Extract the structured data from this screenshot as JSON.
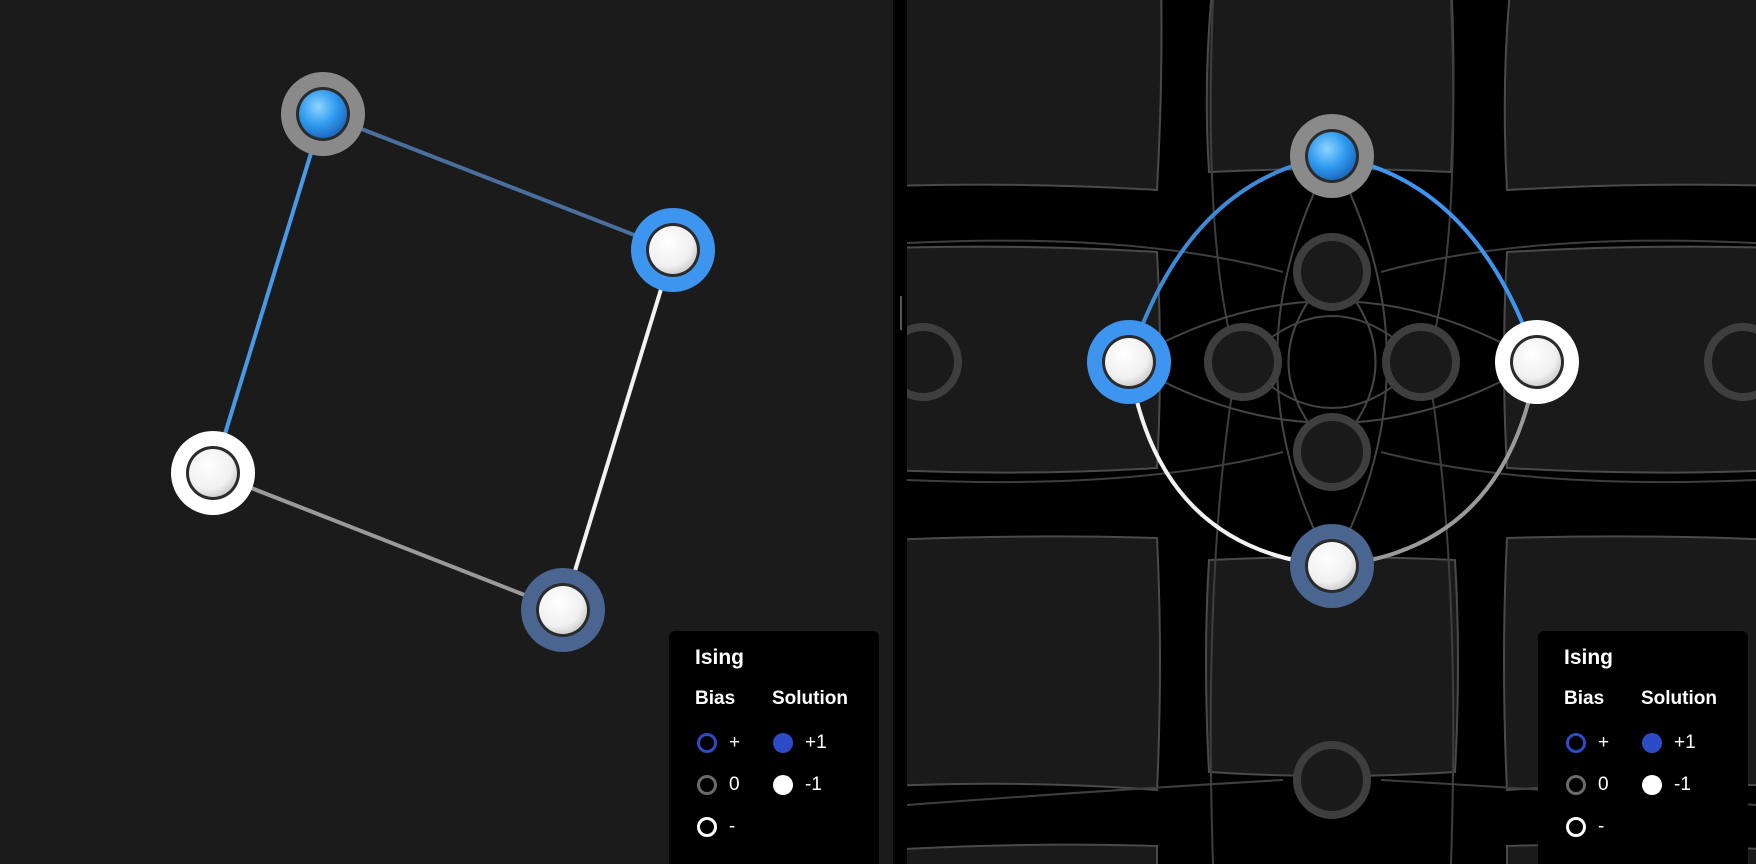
{
  "colors": {
    "bias_positive": "#2e4bc7",
    "bias_zero": "#6a6a6a",
    "bias_negative": "#ffffff",
    "solution_plus1": "#2e4bc7",
    "solution_minus1": "#ffffff"
  },
  "left_graph": {
    "nodes": [
      {
        "name": "node-top-left",
        "bias": "zero",
        "solution": "+1"
      },
      {
        "name": "node-top-right",
        "bias": "positive",
        "solution": "-1"
      },
      {
        "name": "node-bottom-left",
        "bias": "negative",
        "solution": "-1"
      },
      {
        "name": "node-bottom-right",
        "bias": "positive",
        "solution": "-1"
      }
    ],
    "edges": [
      {
        "from": "node-top-left",
        "to": "node-top-right"
      },
      {
        "from": "node-top-left",
        "to": "node-bottom-left"
      },
      {
        "from": "node-top-right",
        "to": "node-bottom-right"
      },
      {
        "from": "node-bottom-left",
        "to": "node-bottom-right"
      }
    ]
  },
  "right_graph": {
    "nodes": [
      {
        "name": "node-top",
        "bias": "zero",
        "solution": "+1"
      },
      {
        "name": "node-left",
        "bias": "positive",
        "solution": "-1"
      },
      {
        "name": "node-right",
        "bias": "negative",
        "solution": "-1"
      },
      {
        "name": "node-bottom",
        "bias": "positive",
        "solution": "-1"
      }
    ],
    "edges": [
      {
        "from": "node-top",
        "to": "node-left"
      },
      {
        "from": "node-top",
        "to": "node-right"
      },
      {
        "from": "node-left",
        "to": "node-bottom"
      },
      {
        "from": "node-right",
        "to": "node-bottom"
      }
    ]
  },
  "legend_left": {
    "title": "Ising",
    "bias_header": "Bias",
    "solution_header": "Solution",
    "bias_items": [
      "+",
      "0",
      "-"
    ],
    "solution_items": [
      "+1",
      "-1"
    ]
  },
  "legend_right": {
    "title": "Ising",
    "bias_header": "Bias",
    "solution_header": "Solution",
    "bias_items": [
      "+",
      "0",
      "-"
    ],
    "solution_items": [
      "+1",
      "-1"
    ]
  }
}
